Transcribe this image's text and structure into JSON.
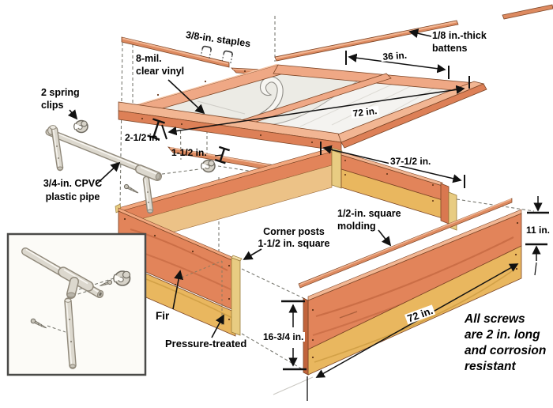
{
  "figure": {
    "kind": "exploded-assembly-illustration"
  },
  "labels": {
    "staples": "3/8-in. staples",
    "battens": [
      "1/8 in.-thick",
      "battens"
    ],
    "vinyl": [
      "8-mil.",
      "clear vinyl"
    ],
    "clips": [
      "2 spring",
      "clips"
    ],
    "pipe": [
      "3/4-in. CPVC",
      "plastic pipe"
    ],
    "corner_posts": [
      "Corner posts",
      "1-1/2 in. square"
    ],
    "molding": [
      "1/2-in. square",
      "molding"
    ],
    "fir": "Fir",
    "pressure_treated": "Pressure-treated"
  },
  "dimensions": {
    "lid_half_length": "36 in.",
    "lid_length": "72 in.",
    "rail_wide": "2-1/2 in.",
    "rail_narrow": "1-1/2 in.",
    "end_panel_length": "37-1/2 in.",
    "fir_board_width": "11 in.",
    "box_height": "16-3/4 in.",
    "front_panel_length": "72 in."
  },
  "note": [
    "All screws",
    "are 2 in. long",
    "and corrosion",
    "resistant"
  ],
  "colors": {
    "background": "#FFFFFF",
    "fir_face": "#E2845A",
    "fir_top": "#F2B693",
    "rail_light": "#EFA885",
    "pressure_treated_face": "#E9B75F",
    "pressure_treated_top": "#F3D79B",
    "post": "#E8CC82",
    "inner_wood": "#ECC287",
    "outline": "#7C4526",
    "vinyl": "#EFEEE9",
    "pipe": "#DCD8CE",
    "pipe_edge": "#8F887A",
    "dimension_ink": "#111111"
  }
}
